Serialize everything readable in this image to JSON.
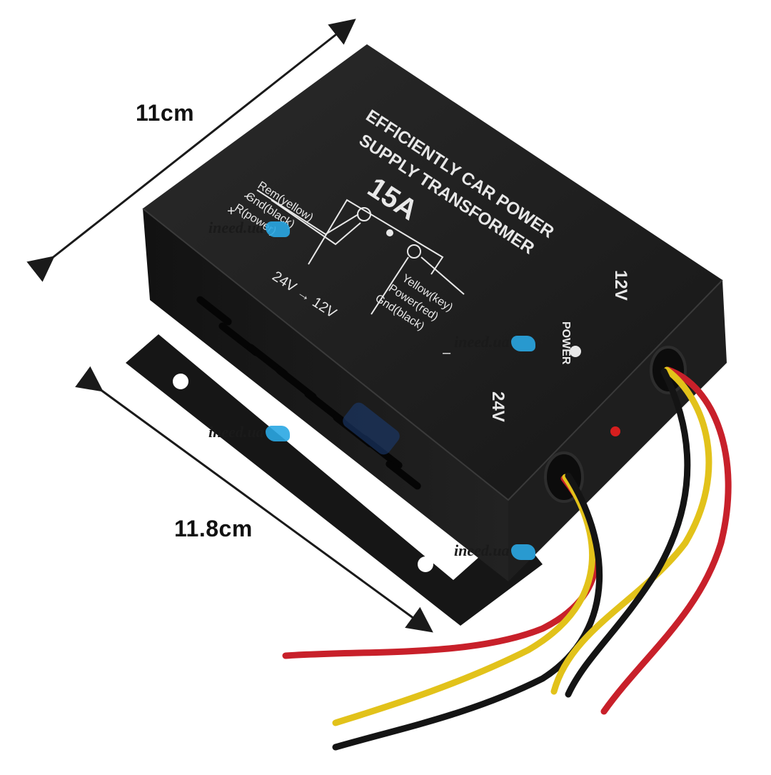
{
  "image": {
    "background": "#ffffff",
    "subject": "car power supply transformer box"
  },
  "dimensions": {
    "width_label": "11cm",
    "length_label": "11.8cm"
  },
  "device": {
    "body_color": "#1b1b1b",
    "title_line1": "EFFICIENTLY CAR POWER",
    "title_line2": "SUPPLY TRANSFORMER",
    "current_rating": "15A",
    "conversion": "24V → 12V",
    "input_side": {
      "minus": "–",
      "plus": "+",
      "wire1": "Rem(yellow)",
      "wire2": "Gnd(black)",
      "wire3": "R(power)"
    },
    "output_side": {
      "wire1": "Yellow(key)",
      "wire2": "Power(red)",
      "wire3": "Gnd(black)",
      "minus": "–"
    },
    "label_12v": "12V",
    "label_24v": "24V",
    "power_label": "POWER",
    "led_color": "#d61e1e"
  },
  "wires": {
    "red": "#c8202a",
    "yellow": "#e2c21a",
    "black": "#141414"
  },
  "watermark": {
    "text": "ineed.ua",
    "accent": "#2aa7e3"
  }
}
